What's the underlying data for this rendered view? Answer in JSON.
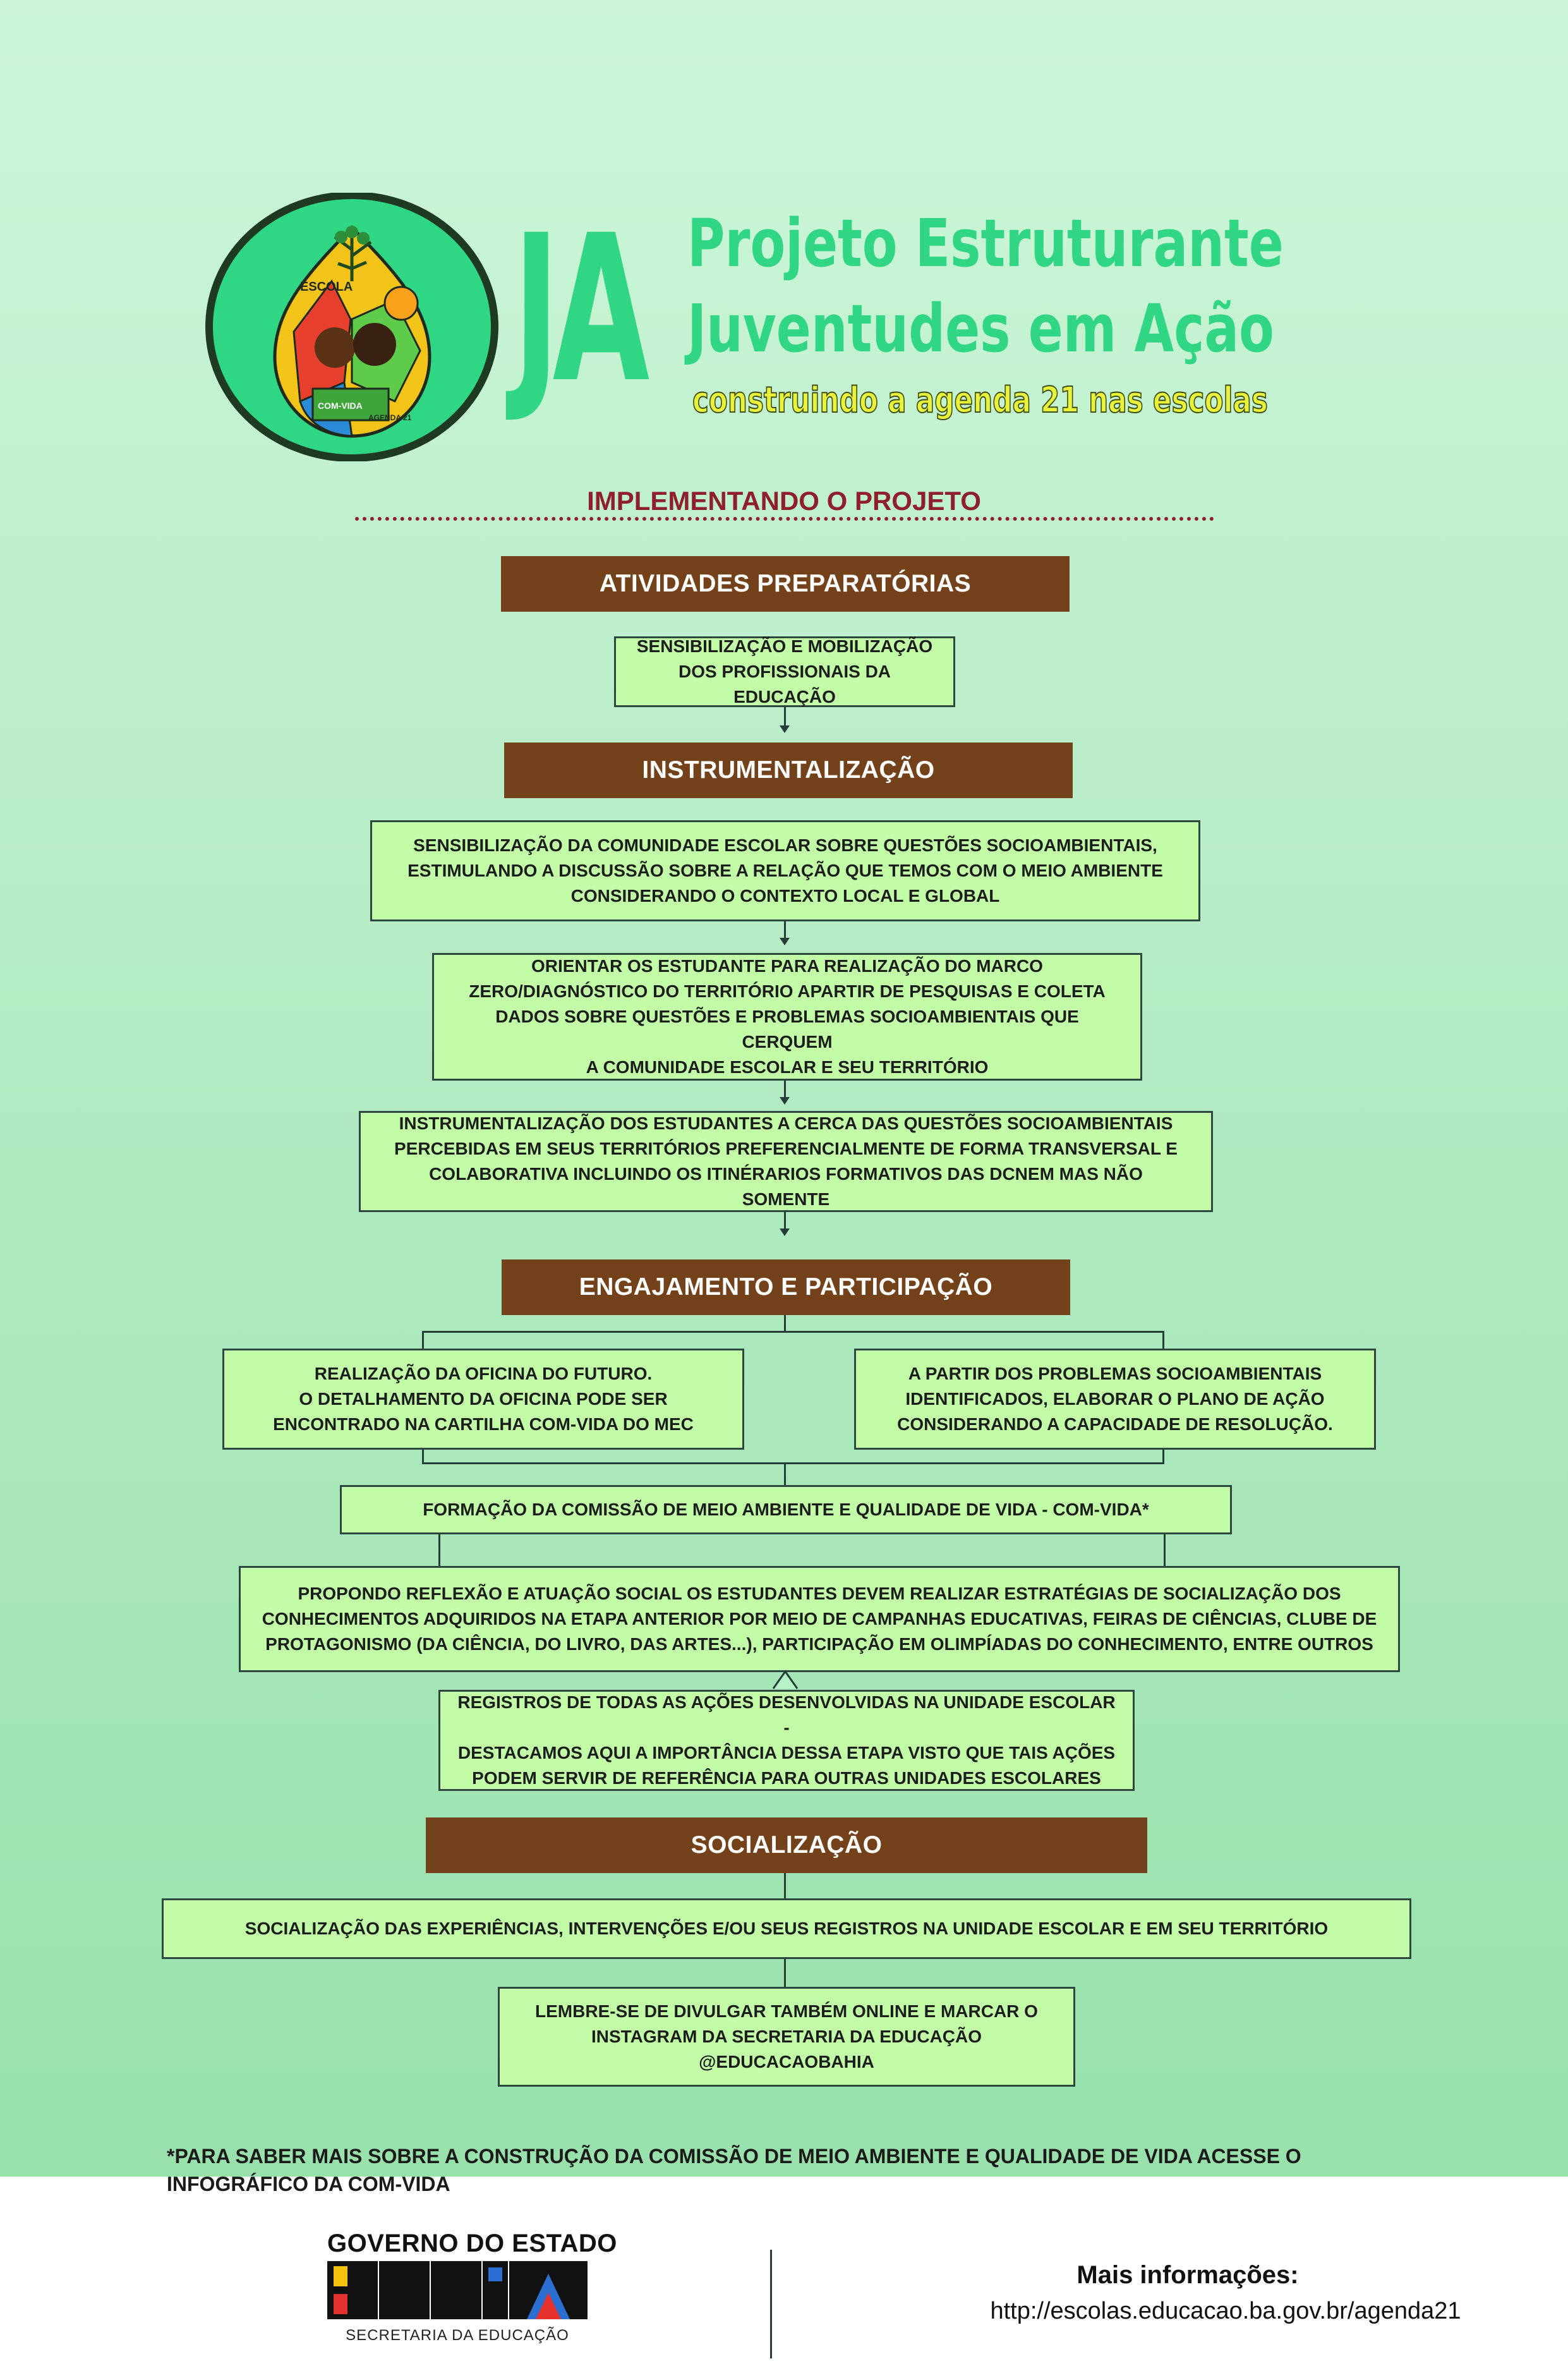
{
  "header": {
    "logo_letters": "JA",
    "title_line1": "Projeto Estruturante",
    "title_line2": "Juventudes em Ação",
    "tagline": "construindo a agenda 21 nas escolas",
    "emblem": {
      "label_escola": "ESCOLA",
      "label_comvida": "COM-VIDA",
      "label_agenda": "AGENDA 21"
    }
  },
  "section_title": "IMPLEMENTANDO O PROJETO",
  "stages": {
    "preparatorias": {
      "title": "ATIVIDADES PREPARATÓRIAS",
      "box1": "SENSIBILIZAÇÃO E MOBILIZAÇÃO\nDOS PROFISSIONAIS DA EDUCAÇÃO"
    },
    "instrumentalizacao": {
      "title": "INSTRUMENTALIZAÇÃO",
      "box1": "SENSIBILIZAÇÃO DA COMUNIDADE ESCOLAR SOBRE QUESTÕES SOCIOAMBIENTAIS,\nESTIMULANDO A DISCUSSÃO SOBRE A RELAÇÃO QUE TEMOS COM O MEIO AMBIENTE\nCONSIDERANDO O CONTEXTO LOCAL E GLOBAL",
      "box2": "ORIENTAR OS ESTUDANTE PARA REALIZAÇÃO DO MARCO\nZERO/DIAGNÓSTICO DO TERRITÓRIO APARTIR DE PESQUISAS E COLETA\nDADOS SOBRE QUESTÕES E PROBLEMAS SOCIOAMBIENTAIS QUE CERQUEM\nA COMUNIDADE ESCOLAR E SEU TERRITÓRIO",
      "box3": "INSTRUMENTALIZAÇÃO DOS ESTUDANTES A CERCA DAS QUESTÕES SOCIOAMBIENTAIS\nPERCEBIDAS EM SEUS TERRITÓRIOS PREFERENCIALMENTE DE FORMA TRANSVERSAL E\nCOLABORATIVA INCLUINDO OS ITINÉRARIOS FORMATIVOS DAS DCNEM MAS NÃO\nSOMENTE"
    },
    "engajamento": {
      "title": "ENGAJAMENTO E PARTICIPAÇÃO",
      "box_left": "REALIZAÇÃO DA OFICINA DO FUTURO.\nO DETALHAMENTO DA OFICINA PODE SER\nENCONTRADO NA CARTILHA COM-VIDA DO MEC",
      "box_right": "A PARTIR DOS PROBLEMAS SOCIOAMBIENTAIS\nIDENTIFICADOS, ELABORAR O PLANO DE AÇÃO\nCONSIDERANDO A CAPACIDADE  DE RESOLUÇÃO.",
      "box_comvida": "FORMAÇÃO DA COMISSÃO DE MEIO AMBIENTE E QUALIDADE DE VIDA - COM-VIDA*",
      "box_reflexao": "PROPONDO REFLEXÃO E ATUAÇÃO SOCIAL OS ESTUDANTES DEVEM REALIZAR ESTRATÉGIAS DE SOCIALIZAÇÃO DOS\nCONHECIMENTOS ADQUIRIDOS NA ETAPA ANTERIOR POR MEIO DE CAMPANHAS EDUCATIVAS, FEIRAS DE CIÊNCIAS, CLUBE DE\nPROTAGONISMO (DA CIÊNCIA, DO LIVRO, DAS ARTES...), PARTICIPAÇÃO EM OLIMPÍADAS DO CONHECIMENTO, ENTRE OUTROS",
      "box_registros": "REGISTROS DE TODAS AS AÇÕES DESENVOLVIDAS NA UNIDADE ESCOLAR -\nDESTACAMOS AQUI A IMPORTÂNCIA DESSA ETAPA VISTO QUE TAIS AÇÕES\nPODEM SERVIR DE REFERÊNCIA PARA OUTRAS UNIDADES ESCOLARES"
    },
    "socializacao": {
      "title": "SOCIALIZAÇÃO",
      "box1": "SOCIALIZAÇÃO DAS  EXPERIÊNCIAS, INTERVENÇÕES E/OU SEUS REGISTROS NA UNIDADE ESCOLAR E EM SEU TERRITÓRIO",
      "box2": "LEMBRE-SE DE DIVULGAR TAMBÉM ONLINE E MARCAR O\nINSTAGRAM DA SECRETARIA DA EDUCAÇÃO\n@EDUCACAOBAHIA"
    }
  },
  "footnote": "*PARA SABER MAIS SOBRE A CONSTRUÇÃO DA COMISSÃO DE MEIO AMBIENTE E QUALIDADE DE VIDA ACESSE O\nINFOGRÁFICO DA COM-VIDA",
  "footer": {
    "gov_line": "GOVERNO DO ESTADO",
    "state": "BAHIA",
    "secretaria": "SECRETARIA DA EDUCAÇÃO",
    "more_info_label": "Mais informações:",
    "url": "http://escolas.educacao.ba.gov.br/agenda21"
  },
  "colors": {
    "header_brown": "#73421b",
    "box_green": "#c2fca7",
    "section_title": "#8f1f2d",
    "title_green": "#30d683",
    "tagline_yellow": "#e8f23a"
  }
}
